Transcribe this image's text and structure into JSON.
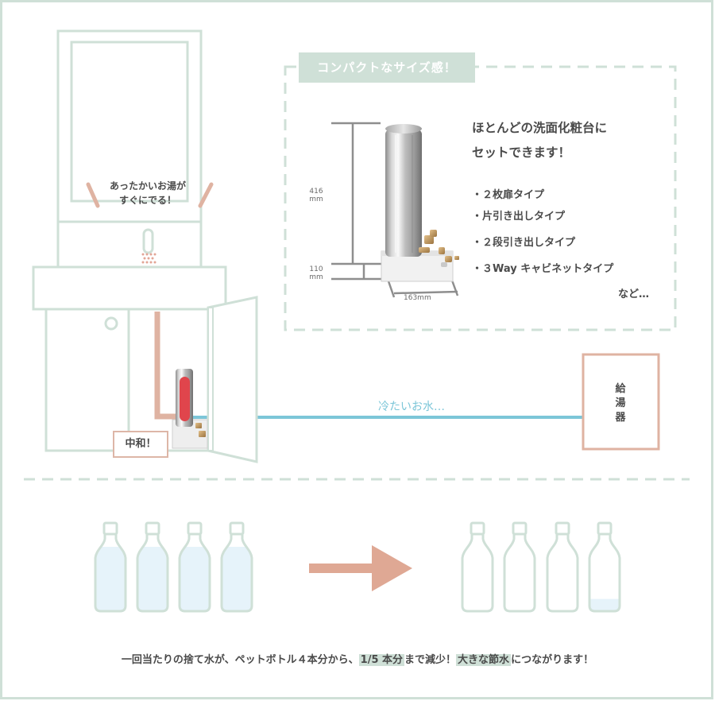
{
  "compact_section": {
    "badge": "コンパクトなサイズ感！",
    "headline_line1": "ほとんどの洗面化粧台に",
    "headline_line2": "セットできます！",
    "cabinet_types": [
      "・２枚扉タイプ",
      "・片引き出しタイプ",
      "・２段引き出しタイプ",
      "・３Way キャビネットタイプ"
    ],
    "etc": "など…",
    "dimensions": {
      "height_value": "416",
      "height_unit": "mm",
      "base_value": "110",
      "base_unit": "mm",
      "width_label": "163mm"
    }
  },
  "vanity": {
    "hot_water_label_line1": "あったかいお湯が",
    "hot_water_label_line2": "すぐにでる！",
    "neutralize_label": "中和！",
    "cold_water_label": "冷たいお水…",
    "boiler_label": "給湯器"
  },
  "bottle_comparison": {
    "before_count": 4,
    "after_full": 3,
    "after_fraction": 0.2
  },
  "footer": {
    "part1": "一回当たりの捨て水が、ペットボトル４本分から、",
    "highlight1": "1/5 本分",
    "part2": "まで減少！",
    "highlight2": "大きな節水",
    "part3": "につながります！"
  },
  "colors": {
    "frame": "#cfe0d7",
    "pipe_hot": "#dfb3a2",
    "pipe_cold": "#7cc6d8",
    "tank_red": "#e0454c",
    "bottle_fill": "#e6f3fa",
    "arrow": "#dfa894"
  }
}
